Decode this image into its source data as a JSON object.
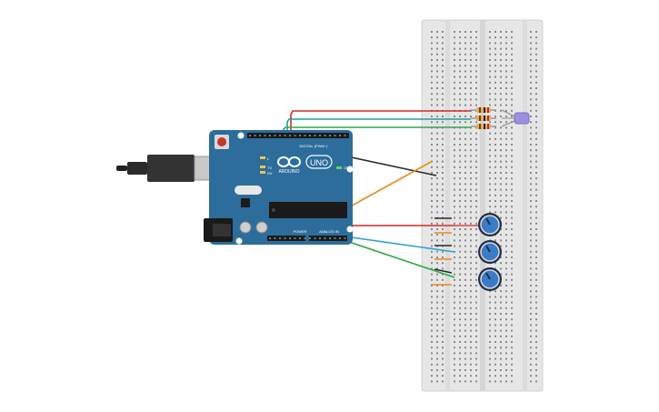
{
  "board": {
    "logo_text": "UNO",
    "digital_label": "DIGITAL (PWM~)",
    "power_label": "POWER",
    "analog_label": "ANALOG IN",
    "tx_label": "TX",
    "rx_label": "RX",
    "l_label": "L",
    "on_label": "ON",
    "brand_label": "ARDUINO"
  },
  "components": {
    "potentiometers": 3,
    "resistors": 3,
    "led": "rgb-led"
  },
  "colors": {
    "board": "#2c6d9c",
    "breadboard": "#e8e8e8",
    "wire_red": "#d22b2b",
    "wire_teal": "#1aa39a",
    "wire_green": "#2fa84a",
    "wire_black": "#2a2a2a",
    "wire_orange": "#e88a1e",
    "wire_blue": "#2f9fd8",
    "pot": "#3b7cc9",
    "led": "#9d8fe0"
  }
}
